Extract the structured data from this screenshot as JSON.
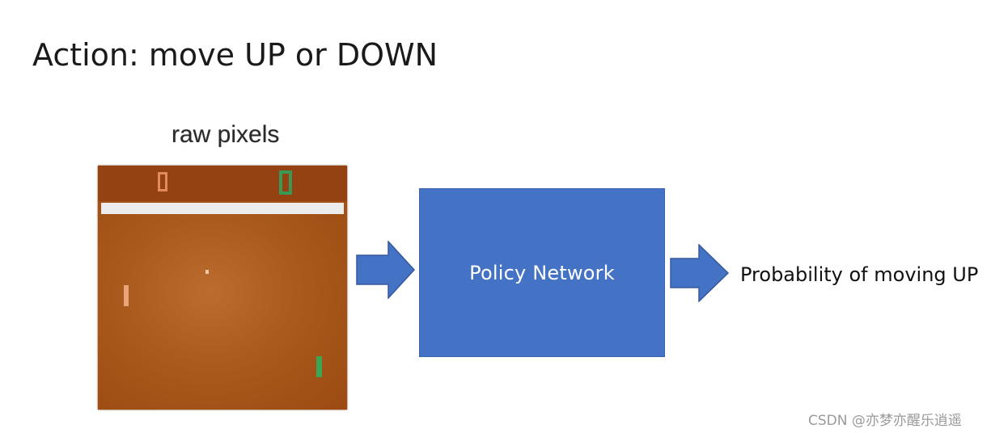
{
  "title": "Action: move UP or DOWN",
  "input": {
    "label": "raw pixels",
    "colors": {
      "background": "#a65017",
      "wall": "#ececec",
      "left_player": "#e9a47a",
      "right_player": "#3aa552",
      "ball": "#f2c8a0"
    }
  },
  "arrows": [
    {
      "name": "input-to-policy-arrow",
      "color": "#4472c4",
      "direction": "right"
    },
    {
      "name": "policy-to-output-arrow",
      "color": "#4472c4",
      "direction": "right"
    }
  ],
  "policy_network": {
    "label": "Policy Network",
    "color": "#4472c4"
  },
  "output": {
    "label": "Probability of moving UP"
  },
  "watermark": "CSDN @亦梦亦醒乐逍遥"
}
